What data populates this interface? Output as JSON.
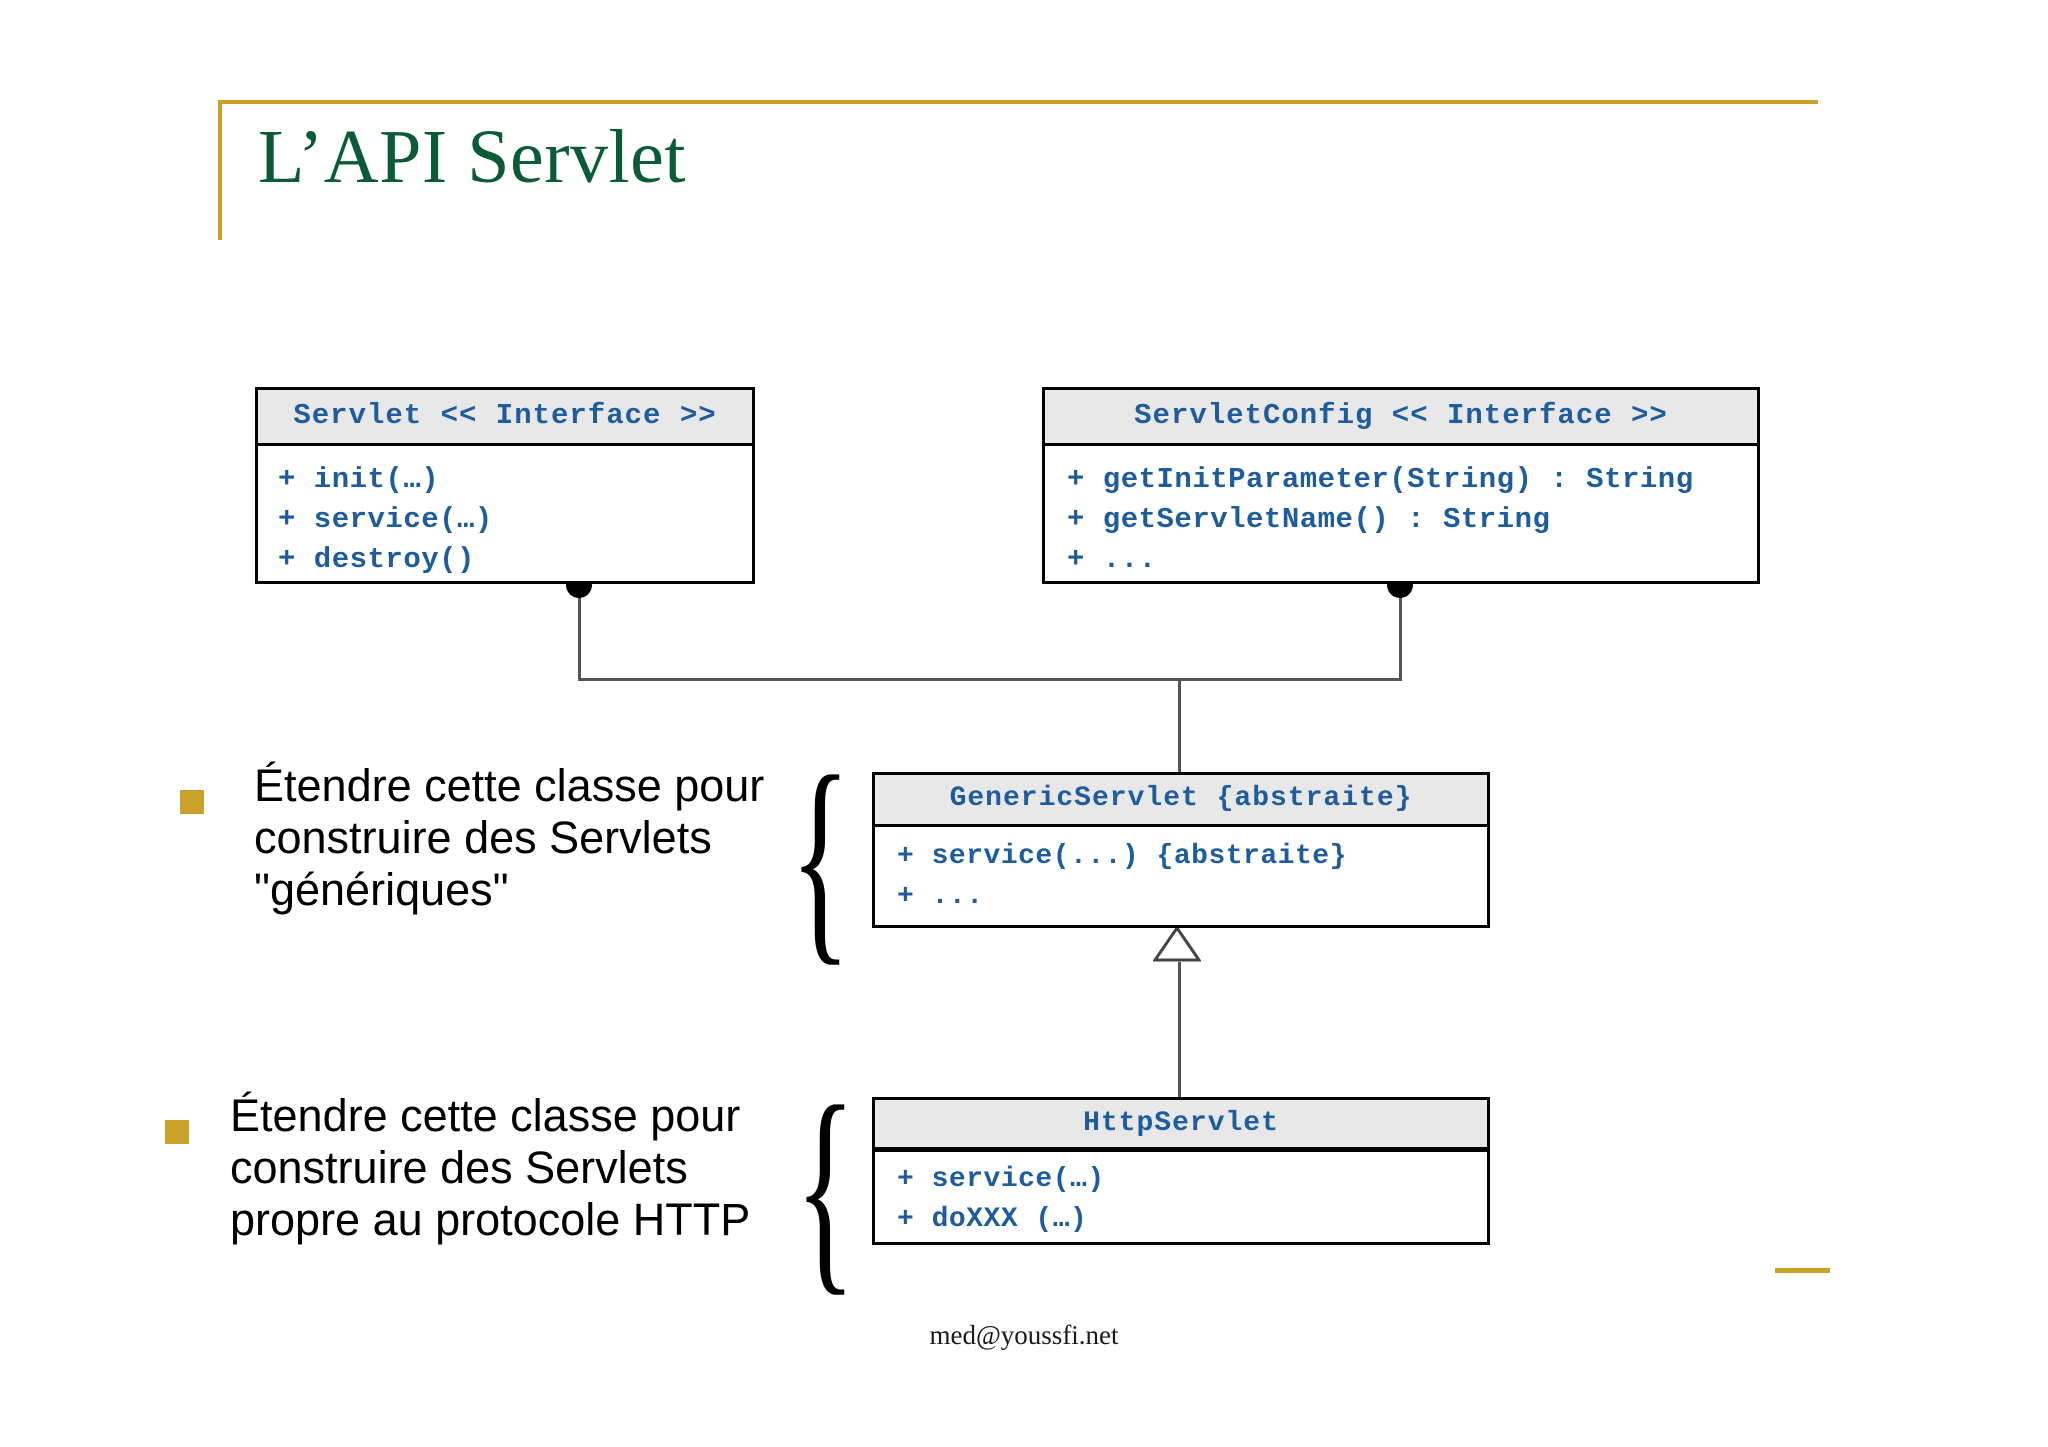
{
  "slide": {
    "title": "L’API Servlet",
    "footer": "med@youssfi.net",
    "accent_color": "#C9A227",
    "title_color": "#0B5B35",
    "uml_text_color": "#1F5C9E",
    "uml_header_bg": "#E8E8E8"
  },
  "diagram": {
    "type": "uml-class-diagram",
    "classes": [
      {
        "id": "servlet",
        "name": "Servlet << Interface >>",
        "stereotype": "Interface",
        "members": [
          "+ init(…)",
          "+ service(…)",
          "+ destroy()"
        ]
      },
      {
        "id": "servletconfig",
        "name": "ServletConfig << Interface >>",
        "stereotype": "Interface",
        "members": [
          "+ getInitParameter(String) : String",
          "+ getServletName() : String",
          "+ ..."
        ]
      },
      {
        "id": "genericservlet",
        "name": "GenericServlet {abstraite}",
        "stereotype": "abstraite",
        "members": [
          "+ service(...) {abstraite}",
          "+ ..."
        ]
      },
      {
        "id": "httpservlet",
        "name": "HttpServlet",
        "stereotype": "",
        "members": [
          "+ service(…)",
          "+ doXXX (…)"
        ]
      }
    ],
    "relations": [
      {
        "from": "genericservlet",
        "to": "servlet",
        "kind": "realization"
      },
      {
        "from": "genericservlet",
        "to": "servletconfig",
        "kind": "realization"
      },
      {
        "from": "httpservlet",
        "to": "genericservlet",
        "kind": "generalization"
      }
    ]
  },
  "bullets": [
    {
      "text": "Étendre cette classe pour construire des Servlets \"génériques\"",
      "targets": "genericservlet"
    },
    {
      "text": "Étendre cette classe pour construire des Servlets propre au protocole HTTP",
      "targets": "httpservlet"
    }
  ]
}
